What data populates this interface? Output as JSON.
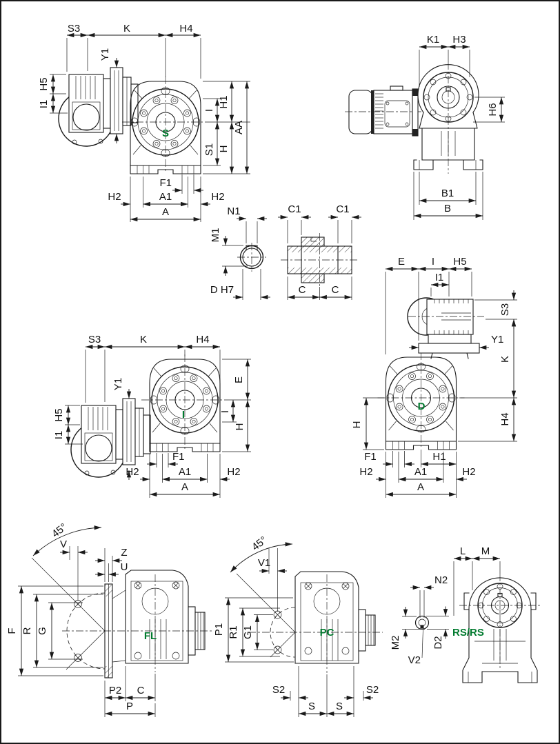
{
  "colors": {
    "line": "#1a1a1a",
    "green": "#007a2e",
    "background": "#ffffff"
  },
  "views": {
    "s": {
      "letter": "S",
      "dims": {
        "s3": "S3",
        "k": "K",
        "h4": "H4",
        "y1": "Y1",
        "h5": "H5",
        "i1": "I1",
        "i": "I",
        "h1": "H1",
        "aa": "AA",
        "s1": "S1",
        "h": "H",
        "f1": "F1",
        "h2_left": "H2",
        "a1": "A1",
        "h2_right": "H2",
        "a": "A"
      }
    },
    "b": {
      "dims": {
        "k1": "K1",
        "h3": "H3",
        "h6": "H6",
        "b1": "B1",
        "b": "B"
      }
    },
    "hub": {
      "dims": {
        "n1": "N1",
        "m1": "M1",
        "d_h7": "D H7",
        "c1_left": "C1",
        "c1_right": "C1",
        "c_left": "C",
        "c_right": "C"
      }
    },
    "i": {
      "letter": "I",
      "dims": {
        "s3": "S3",
        "k": "K",
        "h4": "H4",
        "y1": "Y1",
        "h5": "H5",
        "i1": "I1",
        "e": "E",
        "i": "I",
        "h": "H",
        "f1": "F1",
        "h2_left": "H2",
        "a1": "A1",
        "h2_right": "H2",
        "a": "A"
      }
    },
    "d": {
      "letter": "D",
      "dims": {
        "e": "E",
        "i": "I",
        "h5": "H5",
        "i1": "I1",
        "s3": "S3",
        "y1": "Y1",
        "k": "K",
        "h4": "H4",
        "h": "H",
        "f1": "F1",
        "h1": "H1",
        "h2_left": "H2",
        "a1": "A1",
        "h2_right": "H2",
        "a": "A"
      }
    },
    "fl": {
      "letter": "FL",
      "angle": "45°",
      "dims": {
        "v": "V",
        "z": "Z",
        "u": "U",
        "f": "F",
        "r": "R",
        "g": "G",
        "p2": "P2",
        "c": "C",
        "p": "P"
      }
    },
    "pc": {
      "letter": "PC",
      "angle": "45°",
      "dims": {
        "v1": "V1",
        "p1": "P1",
        "r1": "R1",
        "g1": "G1",
        "s2_left": "S2",
        "s_left": "S",
        "s_right": "S",
        "s2_right": "S2"
      }
    },
    "rs": {
      "letter": "RS/RS",
      "dims": {
        "l": "L",
        "m": "M",
        "n2": "N2",
        "m2": "M2",
        "d2": "D2",
        "v2": "V2"
      }
    }
  }
}
